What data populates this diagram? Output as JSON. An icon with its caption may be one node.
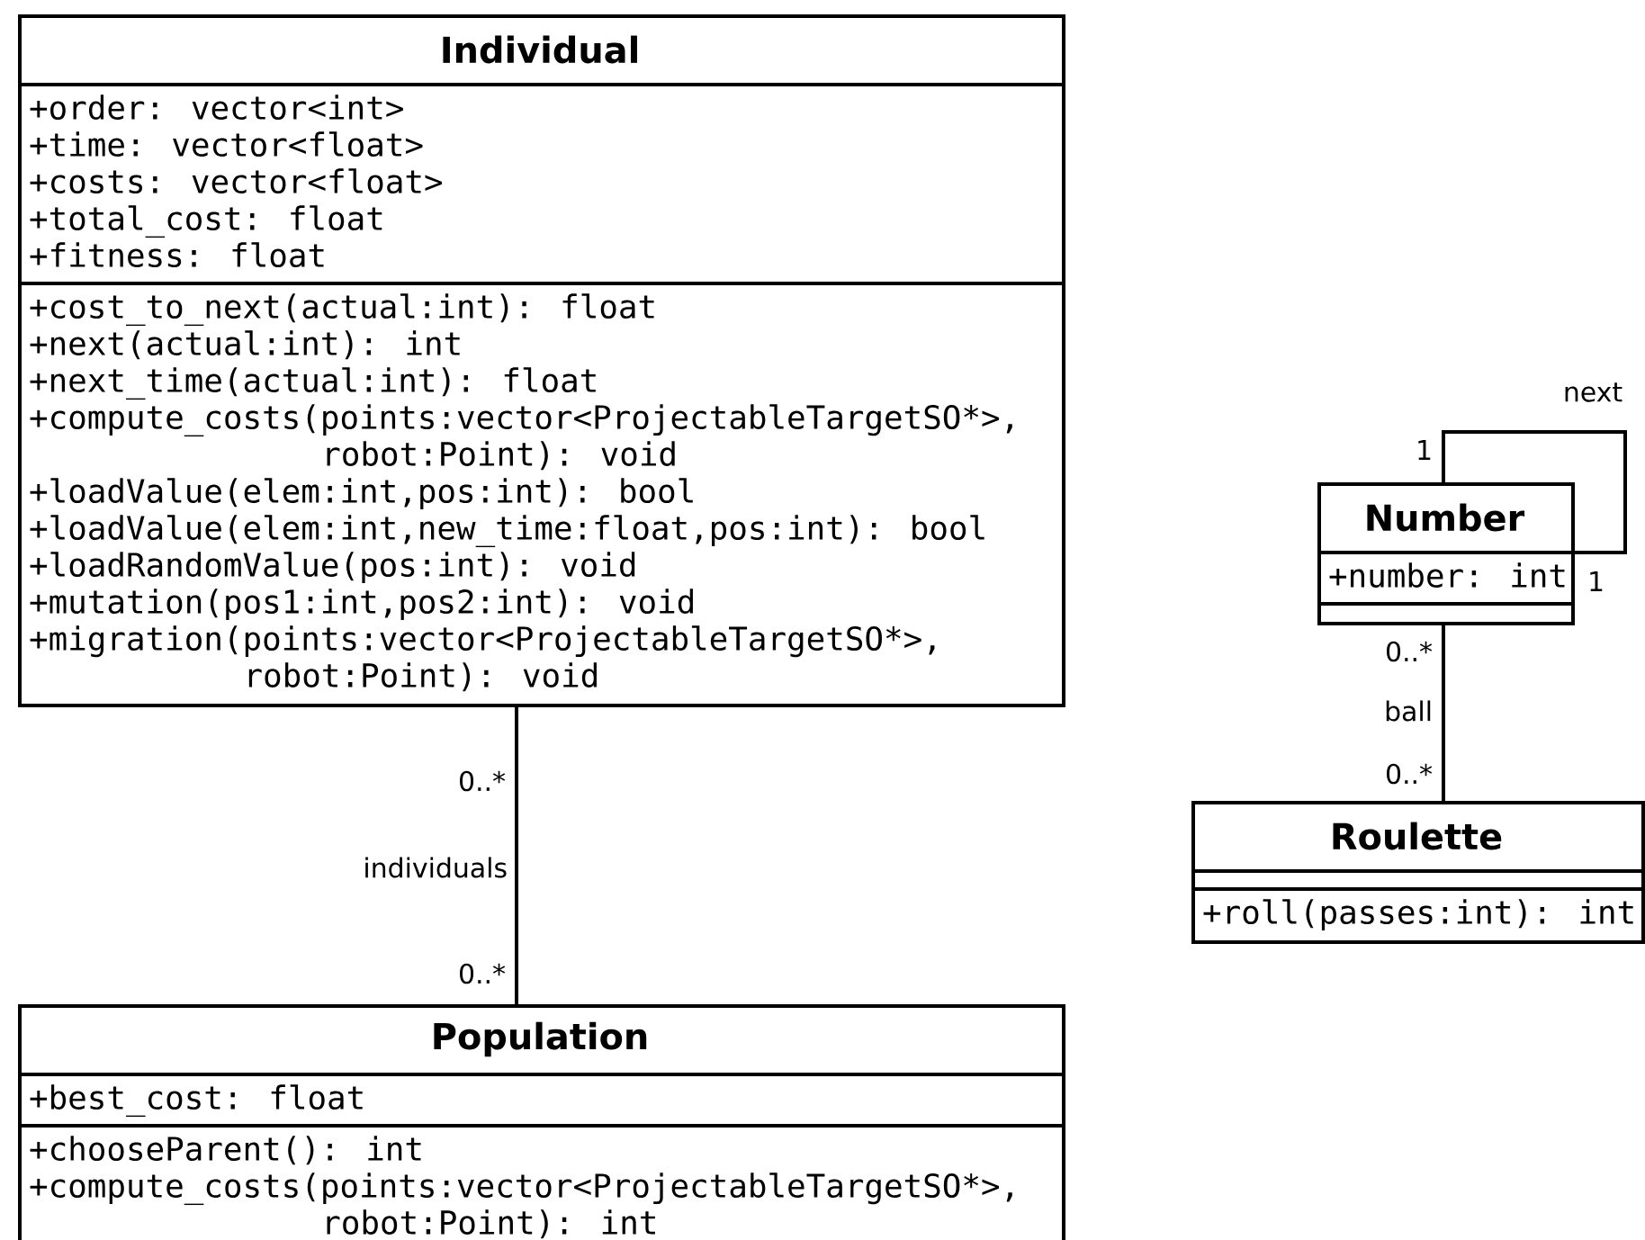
{
  "diagram": {
    "nodes": [
      {
        "text": [
          "Individual",
          "+order: vector<int>",
          "+time: vector<float>",
          "+costs: vector<float>",
          "+total_cost: float",
          "+fitness: float",
          "+cost_to_next(actual:int): float",
          "+next(actual:int): int",
          "+next_time(actual:int): float",
          "+compute_costs(points:vector<ProjectableTargetSO*>, robot:Point): void",
          "+loadValue(elem:int,pos:int): bool",
          "+loadValue(elem:int,new_time:float,pos:int): bool",
          "+loadRandomValue(pos:int): void",
          "+mutation(pos1:int,pos2:int): void",
          "+migration(points:vector<ProjectableTargetSO*>, robot:Point): void"
        ]
      },
      {
        "text": [
          "Population",
          "+best_cost: float",
          "+chooseParent(): int",
          "+compute_costs(points:vector<ProjectableTargetSO*>, robot:Point): int"
        ]
      },
      {
        "text": [
          "Number",
          "+number: int"
        ]
      },
      {
        "text": [
          "Roulette",
          "+roll(passes:int): int"
        ]
      }
    ],
    "edges": [
      {
        "from": 0,
        "to": 1,
        "arrow": "none",
        "label": "individuals"
      },
      {
        "from": 2,
        "to": 3,
        "arrow": "none",
        "label": "ball"
      },
      {
        "from": 2,
        "to": 2,
        "arrow": "none",
        "label": "next"
      }
    ],
    "labels": [
      "0..*",
      "0..*",
      "1",
      "1",
      "0..*",
      "0..*"
    ]
  }
}
